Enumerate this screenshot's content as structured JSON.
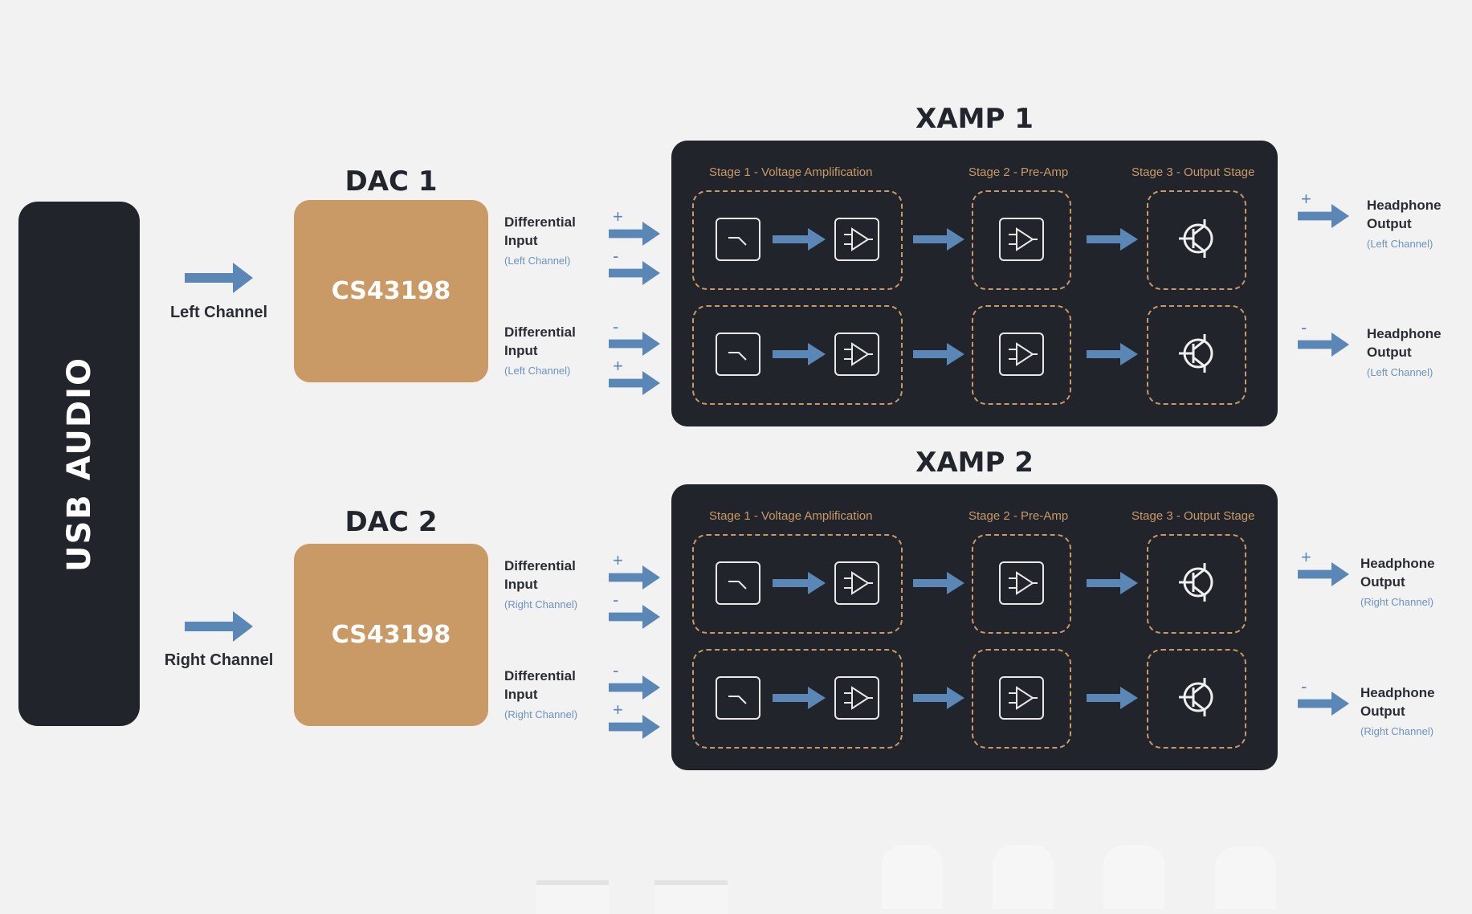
{
  "usb": {
    "label": "USB AUDIO"
  },
  "channels": {
    "left": "Left Channel",
    "right": "Right Channel"
  },
  "dacs": [
    {
      "title": "DAC 1",
      "chip": "CS43198",
      "inputs": [
        {
          "label": "Differential Input",
          "channel": "(Left Channel)",
          "signs": [
            "+",
            "-"
          ]
        },
        {
          "label": "Differential Input",
          "channel": "(Left Channel)",
          "signs": [
            "-",
            "+"
          ]
        }
      ]
    },
    {
      "title": "DAC 2",
      "chip": "CS43198",
      "inputs": [
        {
          "label": "Differential Input",
          "channel": "(Right Channel)",
          "signs": [
            "+",
            "-"
          ]
        },
        {
          "label": "Differential Input",
          "channel": "(Right Channel)",
          "signs": [
            "-",
            "+"
          ]
        }
      ]
    }
  ],
  "xamps": [
    {
      "title": "XAMP 1",
      "stages": [
        "Stage 1  - Voltage Amplification",
        "Stage 2 - Pre-Amp",
        "Stage 3 - Output Stage"
      ],
      "outputs": [
        {
          "sign": "+",
          "label": "Headphone Output",
          "channel": "(Left Channel)"
        },
        {
          "sign": "-",
          "label": "Headphone Output",
          "channel": "(Left Channel)"
        }
      ]
    },
    {
      "title": "XAMP 2",
      "stages": [
        "Stage 1  - Voltage Amplification",
        "Stage 2 - Pre-Amp",
        "Stage 3 - Output Stage"
      ],
      "outputs": [
        {
          "sign": "+",
          "label": "Headphone Output",
          "channel": "(Right Channel)"
        },
        {
          "sign": "-",
          "label": "Headphone Output",
          "channel": "(Right Channel)"
        }
      ]
    }
  ],
  "icons": {
    "filter": "low-pass-filter-icon",
    "amp": "op-amp-icon",
    "transistor": "transistor-icon",
    "arrow": "arrow-right-icon"
  },
  "colors": {
    "background": "#f2f2f2",
    "dark": "#21242b",
    "dac": "#c99966",
    "accent": "#5a87b5",
    "stage": "#c99966"
  }
}
